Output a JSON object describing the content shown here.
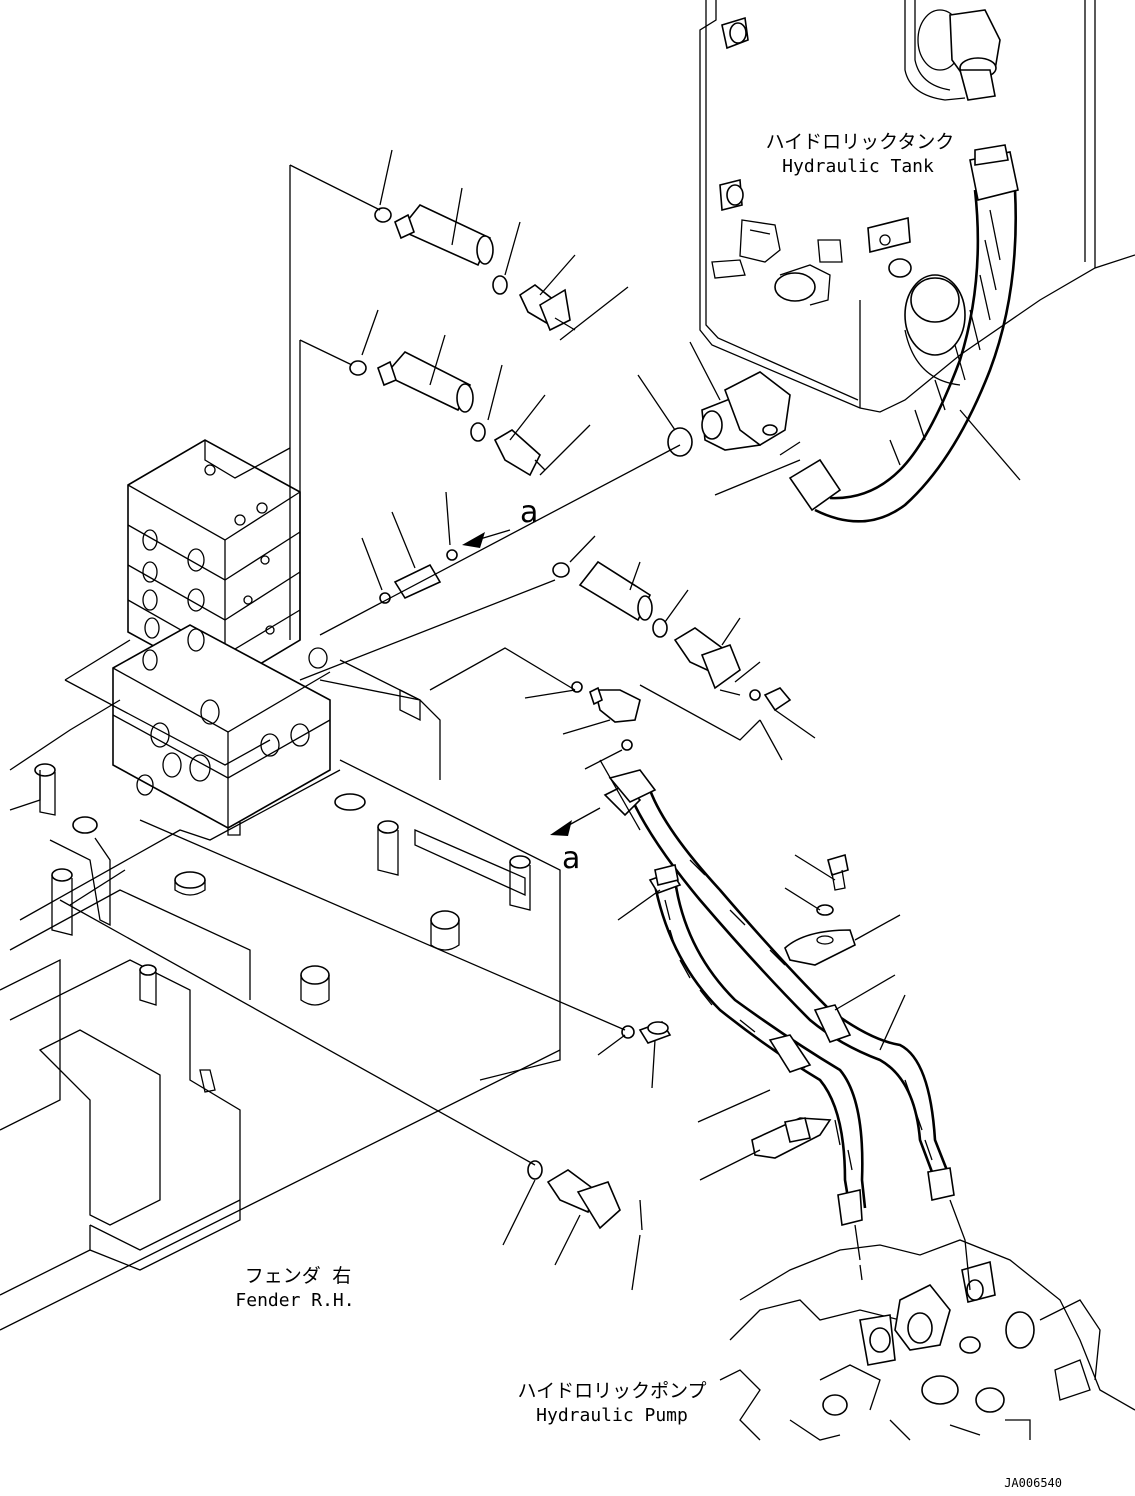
{
  "labels": {
    "tank_jp": "ハイドロリックタンク",
    "tank_en": "Hydraulic Tank",
    "fender_jp": "フェンダ 右",
    "fender_en": "Fender R.H.",
    "pump_jp": "ハイドロリックポンプ",
    "pump_en": "Hydraulic Pump",
    "view_marker_1": "a",
    "view_marker_2": "a",
    "drawing_number": "JA006540"
  },
  "icons": [
    "control-valve",
    "hydraulic-tank",
    "hydraulic-pump",
    "hose",
    "o-ring",
    "elbow-fitting",
    "clamp",
    "bolt"
  ]
}
